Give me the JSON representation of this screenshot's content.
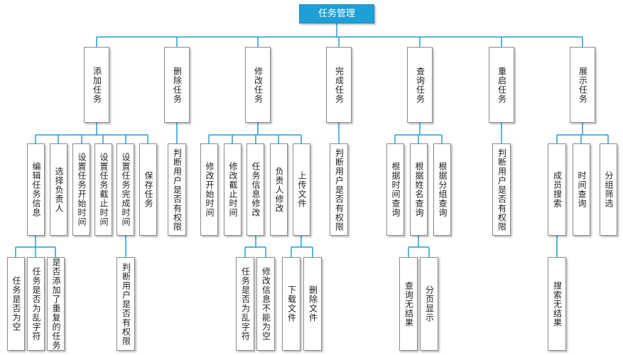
{
  "diagram": {
    "root": "任务管理",
    "level1": [
      "添加任务",
      "删除任务",
      "修改任务",
      "完成任务",
      "查询任务",
      "重启任务",
      "展示任务"
    ],
    "level2": [
      "编辑任务信息",
      "选择负责人",
      "设置任务开始时间",
      "设置任务截止时间",
      "设置任务完成时间",
      "保存任务",
      "判断用户是否有权限",
      "修改开始时间",
      "修改截止时间",
      "任务信息修改",
      "负责人修改",
      "上传文件",
      "判断用户是否有权限",
      "根据时间查询",
      "根据姓名查询",
      "根据分组查询",
      "判断用户是否有权限",
      "成员搜索",
      "时间查询",
      "分组筛选"
    ],
    "level3": [
      "任务是否为空",
      "任务是否为乱字符",
      "是否添加了重复的任务",
      "判断用户是否有权限",
      "任务是否为乱字符",
      "修改信息不能为空",
      "下载文件",
      "删除文件",
      "查询无结果",
      "分页显示",
      "搜索无结果"
    ],
    "colors": {
      "root_fill": "#1e9fd6",
      "connector": "#1e9fd6",
      "box_border": "#8a8a8a"
    }
  }
}
